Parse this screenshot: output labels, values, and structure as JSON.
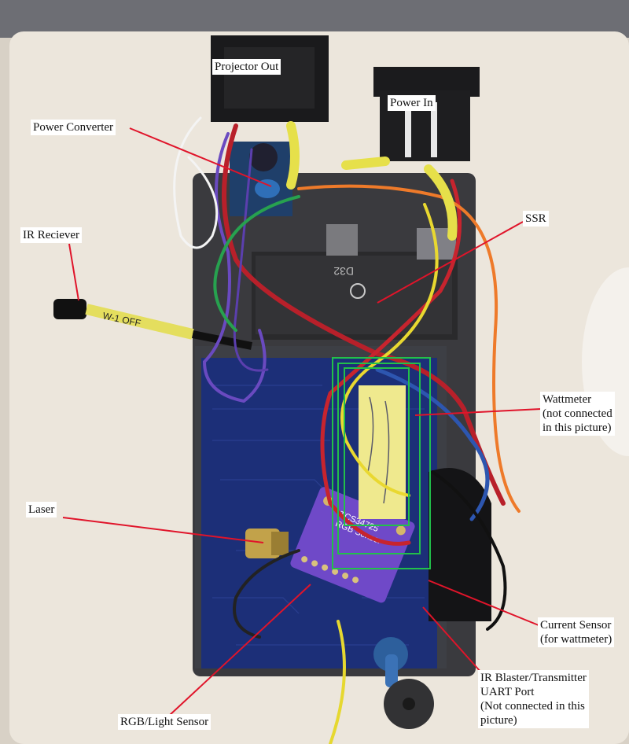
{
  "labels": {
    "projector_out": "Projector Out",
    "power_in": "Power In",
    "power_converter": "Power Converter",
    "ssr": "SSR",
    "ir_receiver": "IR Reciever",
    "wattmeter": [
      "Wattmeter",
      "(not connected",
      "in this picture)"
    ],
    "laser": "Laser",
    "current_sensor": [
      "Current Sensor",
      "(for wattmeter)"
    ],
    "ir_blaster": [
      "IR Blaster/Transmitter",
      "UART Port",
      "(Not connected in this",
      "picture)"
    ],
    "rgb_sensor": "RGB/Light Sensor"
  },
  "board_silkscreen": {
    "sensor_text": [
      "TCS34725",
      "RGB Sensor"
    ],
    "ssr_marking": "D32",
    "ir_label_text": "W-1 OFF"
  },
  "colors": {
    "callout_line": "#e0142a",
    "highlight_box": "#22c04a",
    "pcb": "#1c2f78",
    "enclosure": "#3a3a3e"
  }
}
